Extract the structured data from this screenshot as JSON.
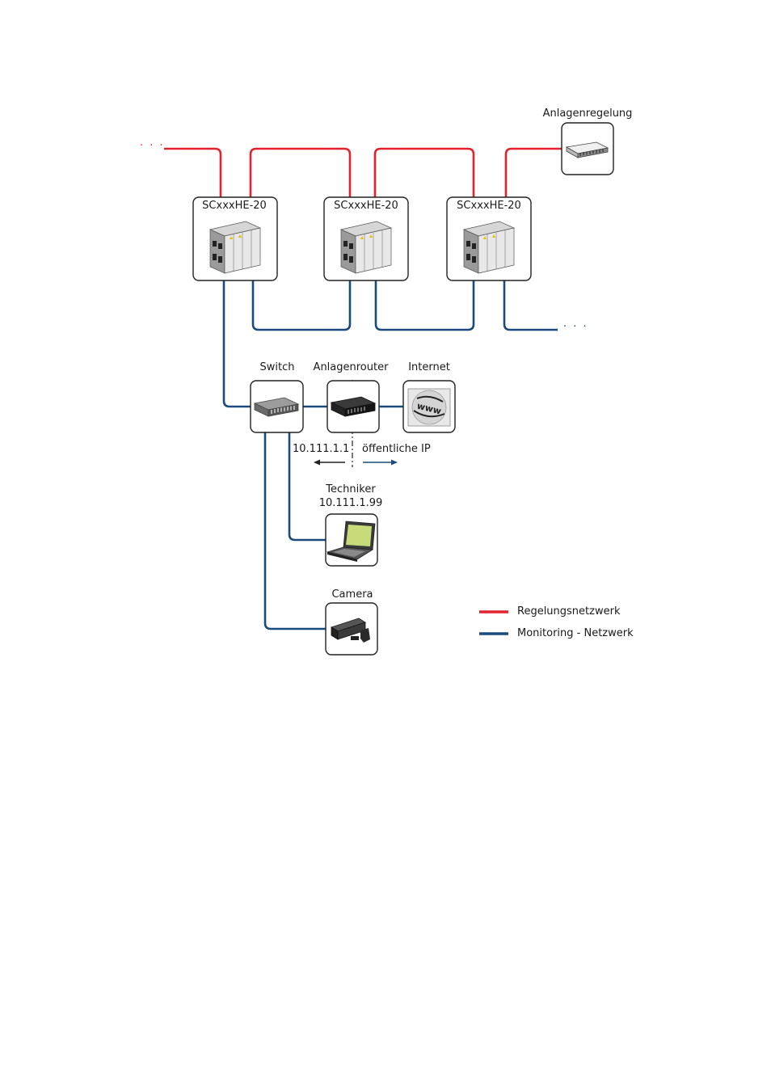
{
  "labels": {
    "anlagenregelung": "Anlagenregelung",
    "inverter_1": "SCxxxHE-20",
    "inverter_2": "SCxxxHE-20",
    "inverter_3": "SCxxxHE-20",
    "switch": "Switch",
    "router": "Anlagenrouter",
    "internet": "Internet",
    "ip_internal": "10.111.1.1",
    "ip_public": "öffentliche IP",
    "technician_name": "Techniker",
    "technician_ip": "10.111.1.99",
    "camera": "Camera",
    "www": "www",
    "continuation_left": "· · ·",
    "continuation_right": "· · ·"
  },
  "legend": [
    {
      "label": "Regelungsnetzwerk",
      "color": "#e2232b"
    },
    {
      "label": "Monitoring - Netzwerk",
      "color": "#1c4a7c"
    }
  ],
  "colors": {
    "control_network": "#e2232b",
    "monitoring_network": "#1c4a7c",
    "border": "#222222"
  }
}
